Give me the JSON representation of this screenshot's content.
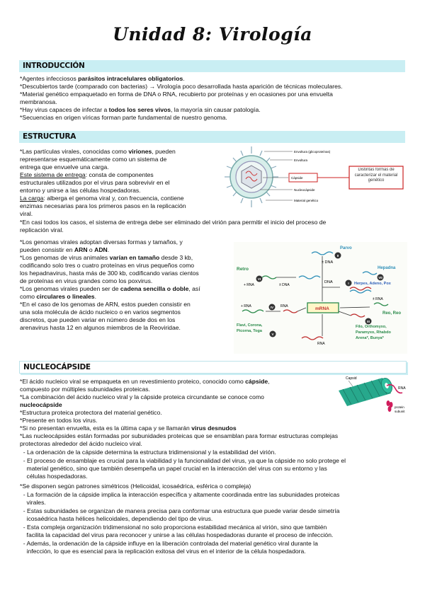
{
  "title": "Unidad 8: Virología",
  "sections": {
    "intro": "INTRODUCCIÓN",
    "estructura": "ESTRUCTURA",
    "nucleocapside": "NUCLEOCÁPSIDE"
  },
  "intro": [
    {
      "a": "*Agentes infecciosos ",
      "b": "parásitos intracelulares obligatorios",
      "c": "."
    },
    {
      "a": "*Descubiertos tarde (comparado con bacterias) → Virología poco desarrollada hasta aparición de técnicas moleculares."
    },
    {
      "a": "*Material genético empaquetado en forma de DNA o RNA, recubierto por proteínas y en ocasiones por una envuelta"
    },
    {
      "a": "membranosa."
    },
    {
      "a": "*Hay virus capaces de infectar a ",
      "b": "todos los seres vivos",
      "c": ", la mayoría sin causar patología."
    },
    {
      "a": "*Secuencias en origen víricas forman parte fundamental de nuestro genoma."
    }
  ],
  "estructura": {
    "l1": {
      "a": "*Las partículas virales, conocidas como ",
      "b": "viriones",
      "c": ", pueden"
    },
    "l2": "representarse esquemáticamente como un sistema de",
    "l3": "entrega que envuelve una carga.",
    "l4": {
      "u": "Este sistema de entrega",
      "c": ": consta de componentes"
    },
    "l5": "estructurales utilizados por el virus para sobrevivir en el",
    "l6": "entorno y unirse a las células hospedadoras.",
    "l7": {
      "u": "La carga",
      "c": ": alberga el genoma viral y, con frecuencia, contiene"
    },
    "l8": "enzimas necesarias para los primeros pasos en la replicación",
    "l9": "viral.",
    "l10": "*En casi todos los casos, el sistema de entrega debe ser eliminado del virión para permitir el inicio del proceso de",
    "l11": "replicación viral.",
    "g1": "*Los genomas virales adoptan diversas formas y tamaños, y",
    "g2": {
      "a": "pueden consistir en ",
      "b": "ARN",
      "c": " o ",
      "d": "ADN",
      "e": "."
    },
    "g3": {
      "a": "*Los genomas de virus animales ",
      "b": "varían en tamaño",
      "c": " desde 3 kb,"
    },
    "g4": "codificando solo tres o cuatro proteínas en virus pequeños como",
    "g5": "los hepadnavirus, hasta más de 300 kb, codificando varias cientos",
    "g6": "de proteínas en virus grandes como los poxvirus.",
    "g7": {
      "a": "*Los genomas virales pueden ser de ",
      "b": "cadena sencilla o doble",
      "c": ", así"
    },
    "g8": {
      "a": "como ",
      "b": "circulares o lineales",
      "c": "."
    },
    "g9": "*En el caso de los genomas de ARN, estos pueden consistir en",
    "g10": "una sola molécula de ácido nucleico o en varios segmentos",
    "g11": "discretos, que pueden variar en número desde dos en los",
    "g12": "arenavirus hasta 12 en algunos miembros de la Reoviridae."
  },
  "virion_labels": [
    "Envoltura (glicoproteínas)",
    "Envoltura",
    "Cápside",
    "Nucleocápside",
    "Material genético"
  ],
  "virion_callout": "Distintas formas de caracterizar el material genético",
  "diagram": {
    "retro": "Retro",
    "parvo": "Parvo",
    "hepadna": "Hepadna",
    "herpes": "Herpes, Adeno, Pox",
    "reo": "Reo, Reo",
    "flavi1": "Flavi, Corona,",
    "flavi2": "Picorna, Toga",
    "filo1": "Filo, Orthomyxo,",
    "filo2": "Paramyxo, Rhabdo",
    "filo3": "Arena*, Bunya*",
    "dna": "DNA",
    "rna": "RNA",
    "mrna": "mRNA",
    "plusrna": "+ RNA",
    "minusrna": "– RNA",
    "plusdna": "+ DNA",
    "pmdna": "± DNA",
    "pmrna": "± RNA",
    "nums": [
      "I",
      "II",
      "III",
      "IV",
      "V",
      "VI",
      "VII"
    ]
  },
  "nucleo": {
    "n1": {
      "a": "*El ácido nucleico viral se empaqueta en un revestimiento proteico, conocido como ",
      "b": "cápside",
      "c": ","
    },
    "n2": "compuesto por múltiples subunidades proteicas.",
    "n3": "*La combinación del ácido nucleico viral y la cápside proteica circundante se conoce como",
    "n4": {
      "b": "nucleocápside"
    },
    "n5": "*Estructura proteica protectora del material genético.",
    "n6": "*Presente en todos los virus.",
    "n7": {
      "a": "*Si no presentan envuelta, esta es la última capa y se llamarán ",
      "b": "virus desnudos"
    },
    "n8": "*Las nucleocápsides están formadas por subunidades proteicas que se ensamblan para formar estructuras complejas",
    "n9": "protectoras alrededor del ácido nucleico viral.",
    "n10": "  - La ordenación de la cápside determina la estructura tridimensional y la estabilidad del virión.",
    "n11": "  - El proceso de ensamblaje es crucial para la viabilidad y la funcionalidad del virus, ya que la cápside no solo protege el",
    "n12": "    material genético, sino que también desempeña un papel crucial en la interacción del virus con su entorno y las",
    "n13": "    células hospedadoras.",
    "n14": "*Se disponen según patrones simétricos (Helicoidal, icosaédrica, esférica o compleja)",
    "n15": "  - La formación de la cápside implica la interacción específica y altamente coordinada entre las subunidades proteicas",
    "n16": "    virales.",
    "n17": "  - Estas subunidades se organizan de manera precisa para conformar una estructura que puede variar desde simetría",
    "n18": "    icosaédrica hasta hélices helicoidales, dependiendo del tipo de virus.",
    "n19": "  - Esta compleja organización tridimensional no solo proporciona estabilidad mecánica al virión, sino que también",
    "n20": "    facilita la capacidad del virus para reconocer y unirse a las células hospedadoras durante el proceso de infección.",
    "n21": "  - Además, la ordenación de la cápside influye en la liberación controlada del material genético viral durante la",
    "n22": "    infección, lo que es esencial para la replicación exitosa del virus en el interior de la célula hospedadora."
  },
  "capsid_labels": {
    "capsid": "Capsid",
    "rna": "RNA",
    "protein1": "protein",
    "protein2": "subunit"
  },
  "colors": {
    "section_bg": "#c9eef3",
    "callout_red": "#cc2222",
    "capsid_teal": "#27a88c"
  }
}
